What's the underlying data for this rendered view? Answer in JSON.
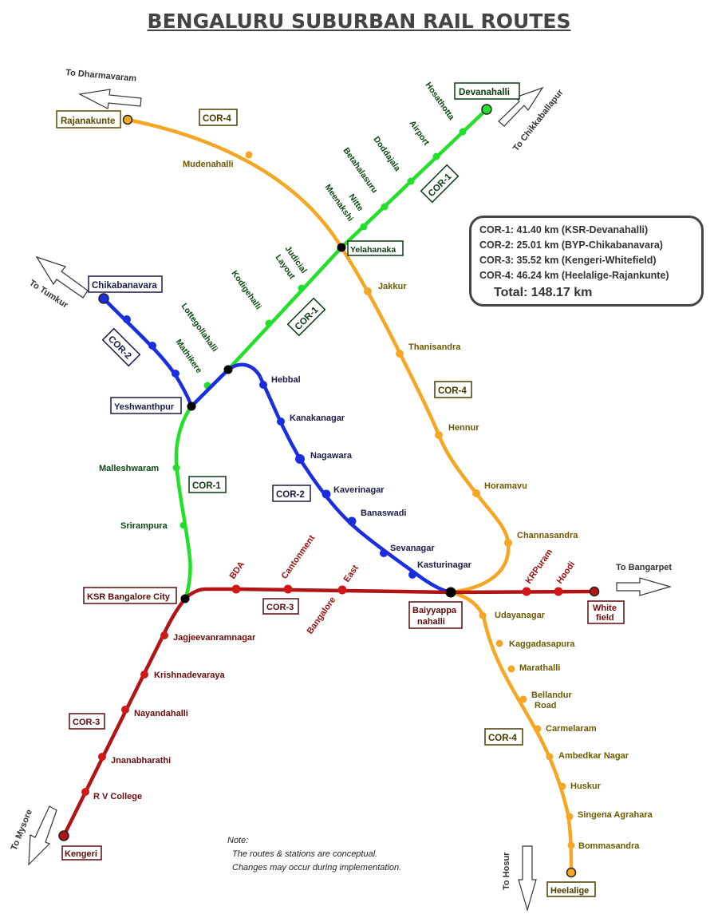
{
  "title": "BENGALURU SUBURBAN RAIL ROUTES",
  "colors": {
    "cor1": "#22e02a",
    "cor2": "#1a2ee0",
    "cor3": "#b01414",
    "cor4": "#f5a623",
    "cor1_text": "#0b4a12",
    "cor2_text": "#1a1a4a",
    "cor3_text": "#7a0a0a",
    "cor4_text": "#6b5a00",
    "interchange": "#000000"
  },
  "legend": {
    "rows": [
      "COR-1:  41.40 km (KSR-Devanahalli)",
      "COR-2:  25.01 km (BYP-Chikabanavara)",
      "COR-3:  35.52 km (Kengeri-Whitefield)",
      "COR-4:  46.24 km (Heelalige-Rajankunte)"
    ],
    "total": "Total: 148.17 km"
  },
  "corridor_labels": {
    "cor1": "COR-1",
    "cor2": "COR-2",
    "cor3": "COR-3",
    "cor4": "COR-4"
  },
  "directions": {
    "dharmavaram": "To Dharmavaram",
    "chikkaballapur": "To Chikkaballapur",
    "tumkur": "To Tumkur",
    "bangarpet": "To Bangarpet",
    "mysore": "To Mysore",
    "hosur": "To Hosur"
  },
  "terminals": {
    "rajanakunte": "Rajanakunte",
    "devanahalli": "Devanahalli",
    "chikabanavara": "Chikabanavara",
    "kengeri": "Kengeri",
    "whitefield_1": "White",
    "whitefield_2": "field",
    "heelalige": "Heelalige"
  },
  "interchanges": {
    "yelahanaka": "Yelahanaka",
    "yeshwanthpur": "Yeshwanthpur",
    "ksr": "KSR Bangalore City",
    "baiyyappanahalli_1": "Baiyyappa",
    "baiyyappanahalli_2": "nahalli"
  },
  "stations": {
    "cor1": [
      "Hosathotta",
      "Airport",
      "Doddajala",
      "Betahalasuru",
      "Nitte",
      "Meenakshi",
      "Judicial",
      "Layout",
      "Kodigehalli",
      "Lottegollahalli",
      "Mathikere",
      "Malleshwaram",
      "Srirampura"
    ],
    "cor2": [
      "Hebbal",
      "Kanakanagar",
      "Nagawara",
      "Kaverinagar",
      "Banaswadi",
      "Sevanagar",
      "Kasturinagar"
    ],
    "cor3": [
      "BDA",
      "Cantonment",
      "East",
      "Bangalore",
      "KRPuram",
      "Hoodi",
      "Jagjeevanramnagar",
      "Krishnadevaraya",
      "Nayandahalli",
      "Jnanabharathi",
      "R V College"
    ],
    "cor4": [
      "Mudenahalli",
      "Jakkur",
      "Thanisandra",
      "Hennur",
      "Horamavu",
      "Channasandra",
      "Udayanagar",
      "Kaggadasapura",
      "Marathalli",
      "Bellandur",
      "Road",
      "Carmelaram",
      "Ambedkar Nagar",
      "Huskur",
      "Singena Agrahara",
      "Bommasandra"
    ]
  },
  "note": {
    "heading": "Note:",
    "line1": "The routes & stations are conceptual.",
    "line2": "Changes may occur during implementation."
  }
}
